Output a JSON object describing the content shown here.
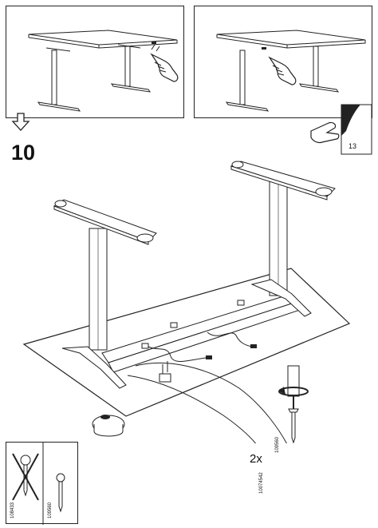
{
  "step": {
    "number": "10"
  },
  "page_reference": {
    "page": "13"
  },
  "quantity": {
    "label": "2x"
  },
  "parts": {
    "screw_wrong": "108433",
    "screw_right": "109560",
    "detail_screw": "109560",
    "detail_part": "10074542"
  },
  "icons": [
    "hand-press-icon",
    "down-arrow-icon",
    "page-turn-icon",
    "screwdriver-icon",
    "rotation-arrow-icon",
    "cross-out-icon",
    "warning-triangle-icon"
  ]
}
